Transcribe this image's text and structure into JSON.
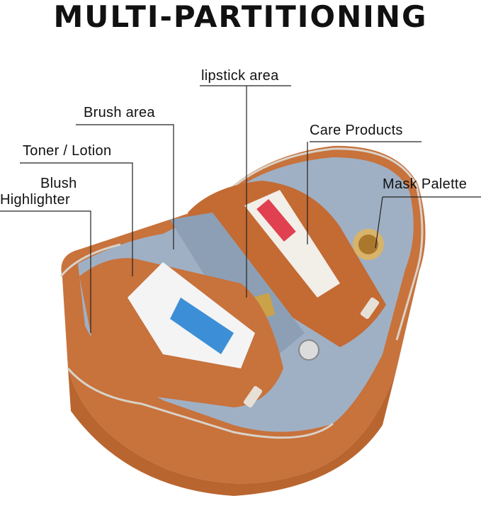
{
  "title": "MULTI-PARTITIONING",
  "labels": {
    "lipstick": "lipstick area",
    "brush": "Brush area",
    "care": "Care Products",
    "toner": "Toner / Lotion",
    "mask": "Mask Palette",
    "blush_line1": "Blush",
    "blush_line2": "Highlighter"
  },
  "colors": {
    "bag_orange": "#c8723c",
    "lining_blue": "#9fb0c4",
    "zipper": "#d8d2c8"
  }
}
